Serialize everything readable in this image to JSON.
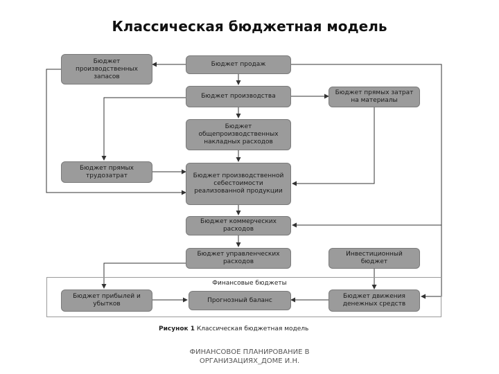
{
  "title": "Классическая бюджетная модель",
  "diagram": {
    "boxes": {
      "production_inventory": "Бюджет производственных запасов",
      "sales": "Бюджет продаж",
      "production": "Бюджет производства",
      "direct_materials": "Бюджет прямых затрат на материалы",
      "overhead": "Бюджет общепроизводственных накладных расходов",
      "direct_labor": "Бюджет прямых трудозатрат",
      "cost_of_goods": "Бюджет производственной себестоимости реализованной продукции",
      "commercial": "Бюджет коммерческих расходов",
      "administrative": "Бюджет управленческих расходов",
      "investment": "Инвестиционный бюджет",
      "profit_loss": "Бюджет прибылей и убытков",
      "forecast_balance": "Прогнозный баланс",
      "cash_flow": "Бюджет движения денежных средств"
    },
    "financial_group_label": "Финансовые бюджеты"
  },
  "caption": {
    "lead": "Рисунок 1",
    "text": "Классическая бюджетная модель"
  },
  "footer": {
    "line1": "ФИНАНСОВОЕ ПЛАНИРОВАНИЕ В",
    "line2": "ОРГАНИЗАЦИЯХ_ДОМЕ И.Н."
  }
}
